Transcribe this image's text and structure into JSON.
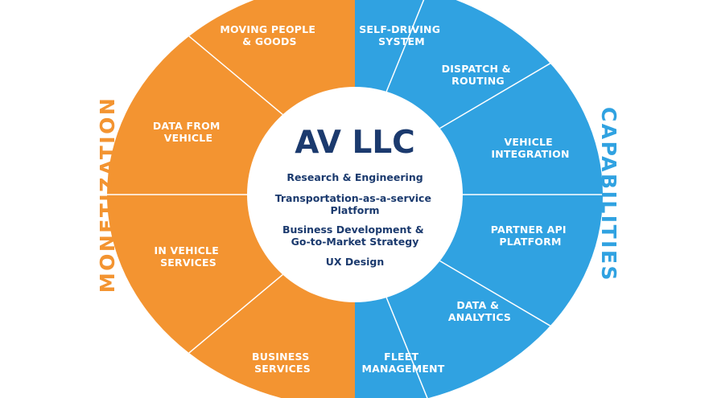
{
  "center": {
    "title": "AV LLC",
    "items": [
      [
        "Research & Engineering"
      ],
      [
        "Transportation-as-a-service",
        "Platform"
      ],
      [
        "Business Development &",
        "Go-to-Market Strategy"
      ],
      [
        "UX Design"
      ]
    ]
  },
  "monetization": {
    "label": "MONETIZATION",
    "segments": [
      [
        "MOVING PEOPLE",
        "& GOODS"
      ],
      [
        "DATA FROM",
        "VEHICLE"
      ],
      [
        "IN VEHICLE",
        "SERVICES"
      ],
      [
        "BUSINESS",
        "SERVICES"
      ]
    ]
  },
  "capabilities": {
    "label": "CAPABILITIES",
    "segments": [
      [
        "SELF-DRIVING",
        "SYSTEM"
      ],
      [
        "DISPATCH &",
        "ROUTING"
      ],
      [
        "VEHICLE",
        "INTEGRATION"
      ],
      [
        "PARTNER API",
        "PLATFORM"
      ],
      [
        "DATA &",
        "ANALYTICS"
      ],
      [
        "FLEET",
        "MANAGEMENT"
      ]
    ]
  },
  "colors": {
    "orange": "#f39431",
    "blue": "#30a2e1",
    "navy": "#1b3a6e",
    "white": "#ffffff"
  }
}
